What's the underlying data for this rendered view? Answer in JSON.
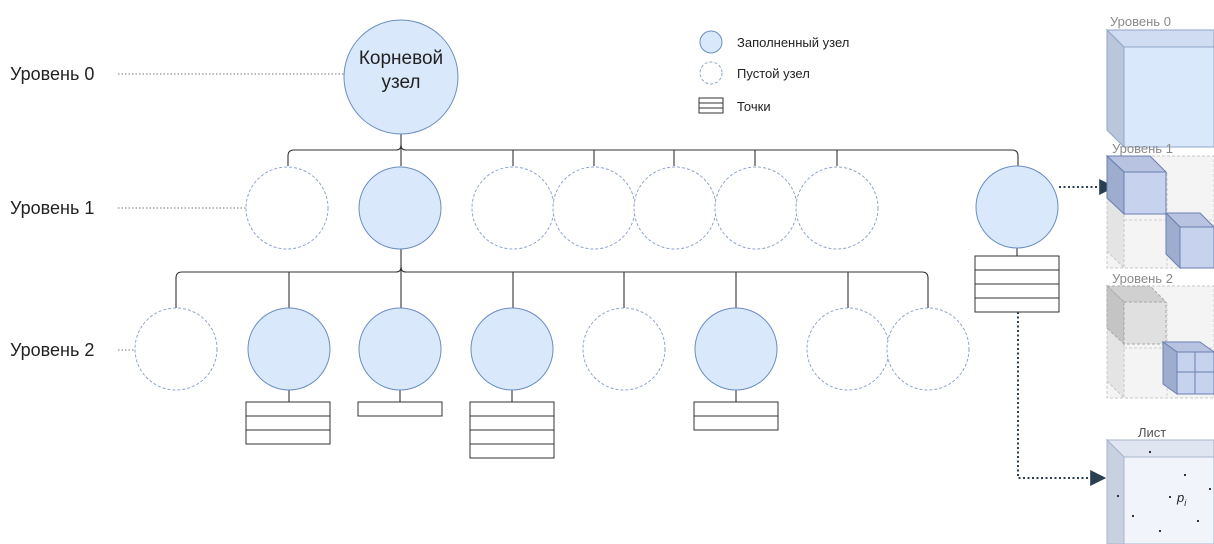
{
  "levels": {
    "level0": "Уровень 0",
    "level1": "Уровень 1",
    "level2": "Уровень 2"
  },
  "root": {
    "line1": "Корневой",
    "line2": "узел"
  },
  "legend": {
    "filled": "Заполненный узел",
    "empty": "Пустой узел",
    "points": "Точки"
  },
  "cubes": {
    "level0": "Уровень 0",
    "level1": "Уровень 1",
    "level2": "Уровень 2",
    "leaf": "Лист",
    "point_label": "p",
    "point_sub": "i"
  },
  "colors": {
    "filled_node": "#dae8fc",
    "node_border": "#6c8ebf",
    "arrow": "#2b3f52"
  },
  "tree": {
    "level1_nodes": [
      "empty",
      "filled",
      "empty",
      "empty",
      "empty",
      "empty",
      "empty",
      "filled"
    ],
    "level2_nodes": [
      "empty",
      "filled",
      "filled",
      "filled",
      "empty",
      "filled",
      "empty",
      "empty"
    ],
    "level1_point_rows": [
      0,
      0,
      0,
      0,
      0,
      0,
      0,
      4
    ],
    "level2_point_rows": [
      0,
      3,
      1,
      4,
      0,
      2,
      0,
      0
    ]
  }
}
